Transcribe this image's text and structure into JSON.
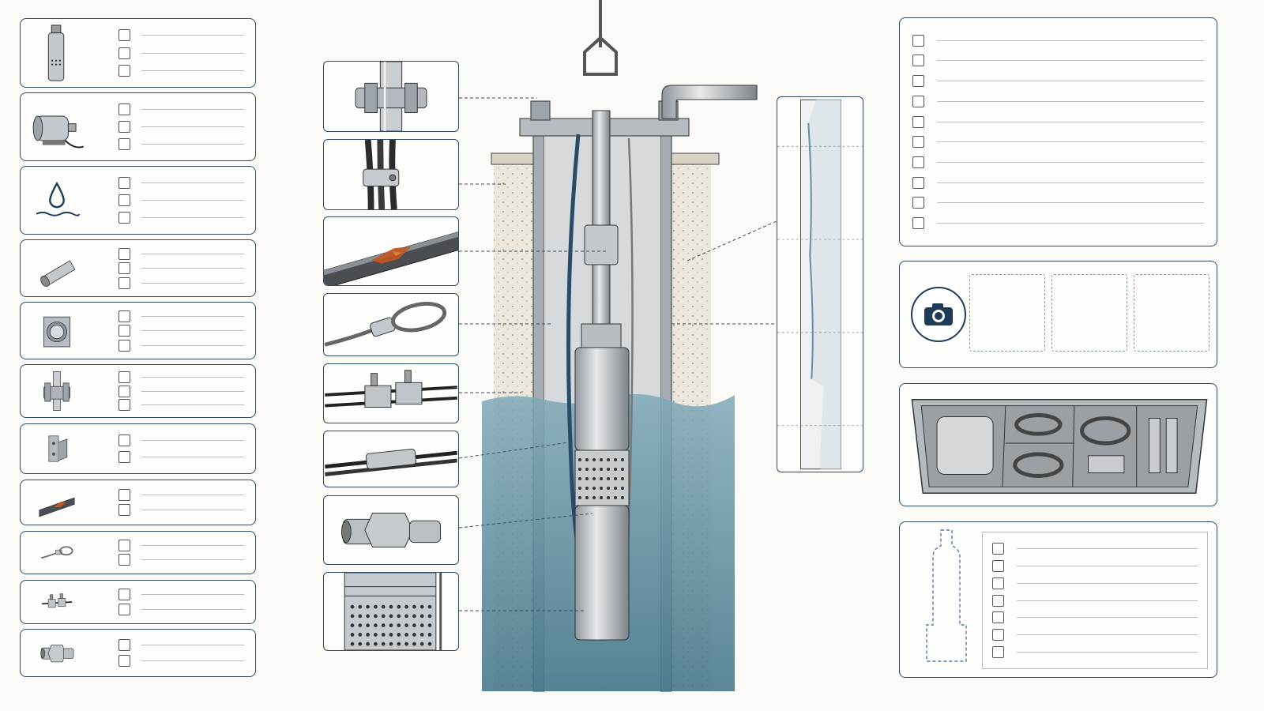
{
  "colors": {
    "frame": "#2f4b66",
    "water": "#5c8fa3",
    "rust": "#c2561e",
    "steel": "#a8afb5",
    "concrete": "#e4ded0"
  },
  "left_cards": [
    {
      "icon": "submersible-pump-icon",
      "rows": 3
    },
    {
      "icon": "electric-motor-icon",
      "rows": 3
    },
    {
      "icon": "water-drop-icon",
      "rows": 3
    },
    {
      "icon": "pipe-segment-icon",
      "rows": 3
    },
    {
      "icon": "well-casing-icon",
      "rows": 3
    },
    {
      "icon": "pipe-clamp-icon",
      "rows": 3
    },
    {
      "icon": "mounting-bracket-icon",
      "rows": 2
    },
    {
      "icon": "corroded-pipe-icon",
      "rows": 2
    },
    {
      "icon": "wire-rope-loop-icon",
      "rows": 2
    },
    {
      "icon": "cable-clamp-icon",
      "rows": 2
    },
    {
      "icon": "pipe-coupling-icon",
      "rows": 2
    }
  ],
  "detail_panels": [
    "clamp-detail",
    "cable-tie-detail",
    "corroded-pipe-detail",
    "rope-eye-detail",
    "cable-clamp-detail",
    "cable-splice-detail",
    "union-fitting-detail",
    "pump-intake-detail"
  ],
  "right": {
    "checklist_rows": 10,
    "photo_slots": 3,
    "camera_icon": "camera-icon",
    "tray_icon": "parts-tray-icon",
    "silhouette_icon": "pump-outline-icon",
    "silhouette_rows": 7
  }
}
